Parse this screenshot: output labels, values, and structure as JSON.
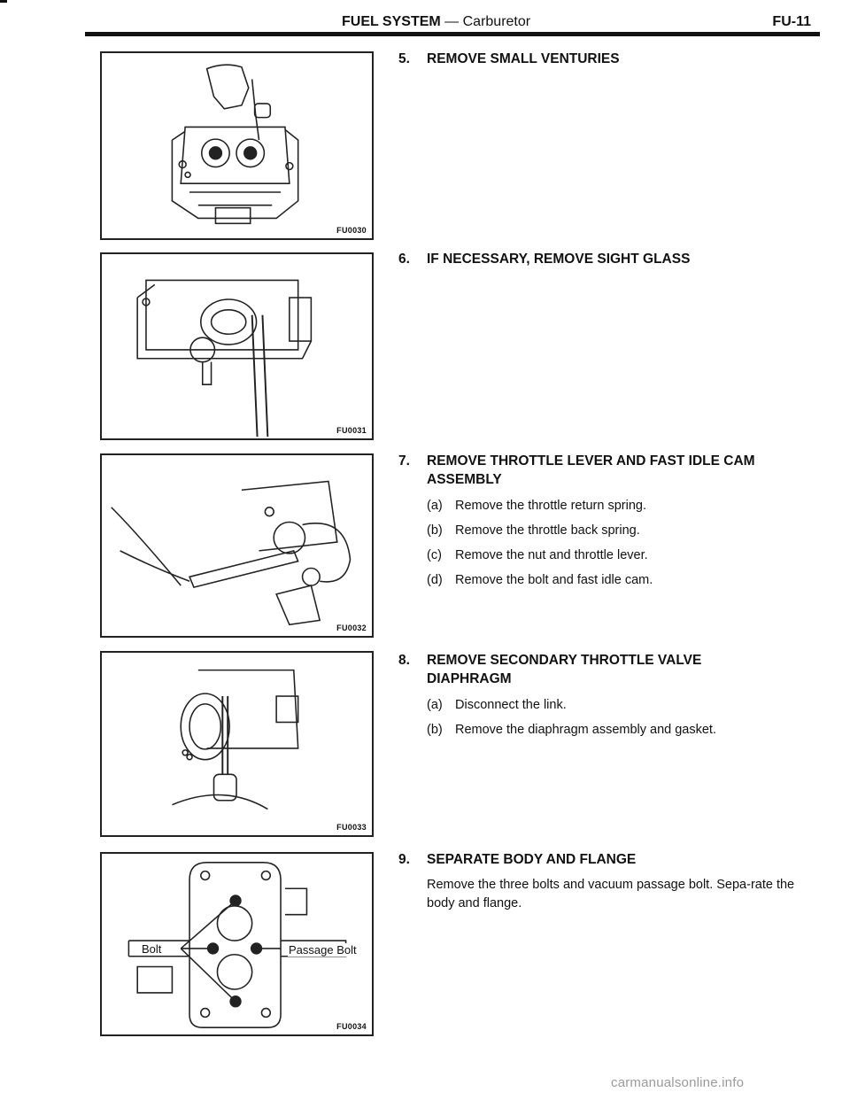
{
  "header": {
    "title": "FUEL SYSTEM",
    "dash": " — ",
    "subtitle": "Carburetor",
    "page": "FU-11"
  },
  "figures": [
    {
      "code": "FU0030"
    },
    {
      "code": "FU0031"
    },
    {
      "code": "FU0032"
    },
    {
      "code": "FU0033"
    },
    {
      "code": "FU0034",
      "labels": {
        "bolt": "Bolt",
        "passage_bolt": "Passage Bolt"
      }
    }
  ],
  "steps": [
    {
      "num": "5.",
      "title": "REMOVE SMALL VENTURIES"
    },
    {
      "num": "6.",
      "title": "IF NECESSARY, REMOVE SIGHT GLASS"
    },
    {
      "num": "7.",
      "title": "REMOVE THROTTLE LEVER AND FAST IDLE CAM ASSEMBLY",
      "items": [
        {
          "letter": "(a)",
          "text": "Remove the throttle return spring."
        },
        {
          "letter": "(b)",
          "text": "Remove the throttle back spring."
        },
        {
          "letter": "(c)",
          "text": "Remove the nut and throttle lever."
        },
        {
          "letter": "(d)",
          "text": "Remove the bolt and fast idle cam."
        }
      ]
    },
    {
      "num": "8.",
      "title": "REMOVE SECONDARY THROTTLE VALVE DIAPHRAGM",
      "items": [
        {
          "letter": "(a)",
          "text": "Disconnect the link."
        },
        {
          "letter": "(b)",
          "text": "Remove the diaphragm assembly and gasket."
        }
      ]
    },
    {
      "num": "9.",
      "title": "SEPARATE BODY AND FLANGE",
      "paragraph": "Remove the three bolts and vacuum passage bolt. Sepa-rate the body and flange."
    }
  ],
  "footer": {
    "watermark": "carmanualsonline.info"
  }
}
